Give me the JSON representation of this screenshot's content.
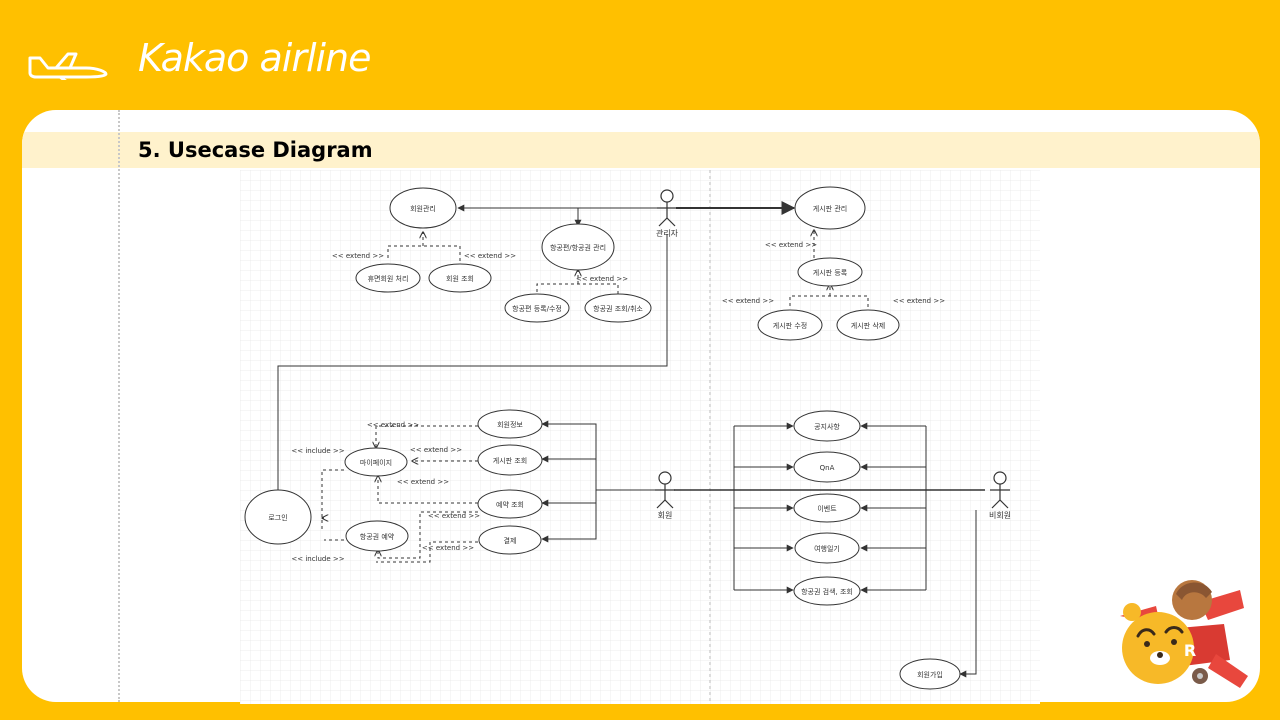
{
  "header": {
    "title": "Kakao airline",
    "icon": "airplane-icon"
  },
  "section": {
    "title": "5. Usecase Diagram"
  },
  "diagram": {
    "actors": {
      "admin": "관리자",
      "member": "회원",
      "guest": "비회원"
    },
    "usecases": {
      "member_mgmt": "회원관리",
      "dormant": "휴면회원 처리",
      "member_lookup": "회원 조회",
      "flight_mgmt": "항공편/항공권 관리",
      "flight_register": "항공편 등록/수정",
      "ticket_lookup_cancel": "항공권 조회/취소",
      "board_mgmt": "게시판 관리",
      "board_register": "게시판 등록",
      "board_edit": "게시판 수정",
      "board_delete": "게시판 삭제",
      "member_info": "회원정보",
      "mypage": "마이페이지",
      "board_lookup": "게시판 조회",
      "reservation_lookup": "예약 조회",
      "login": "로그인",
      "ticket_reserve": "항공권 예약",
      "payment": "결제",
      "notice": "공지사항",
      "qna": "QnA",
      "event": "이벤트",
      "travel_review": "여행일기",
      "ticket_search": "항공권 검색, 조회",
      "signup": "회원가입"
    },
    "relations": {
      "extend": "<< extend >>",
      "include": "<< include >>"
    }
  },
  "mascot": {
    "badge": "R"
  }
}
